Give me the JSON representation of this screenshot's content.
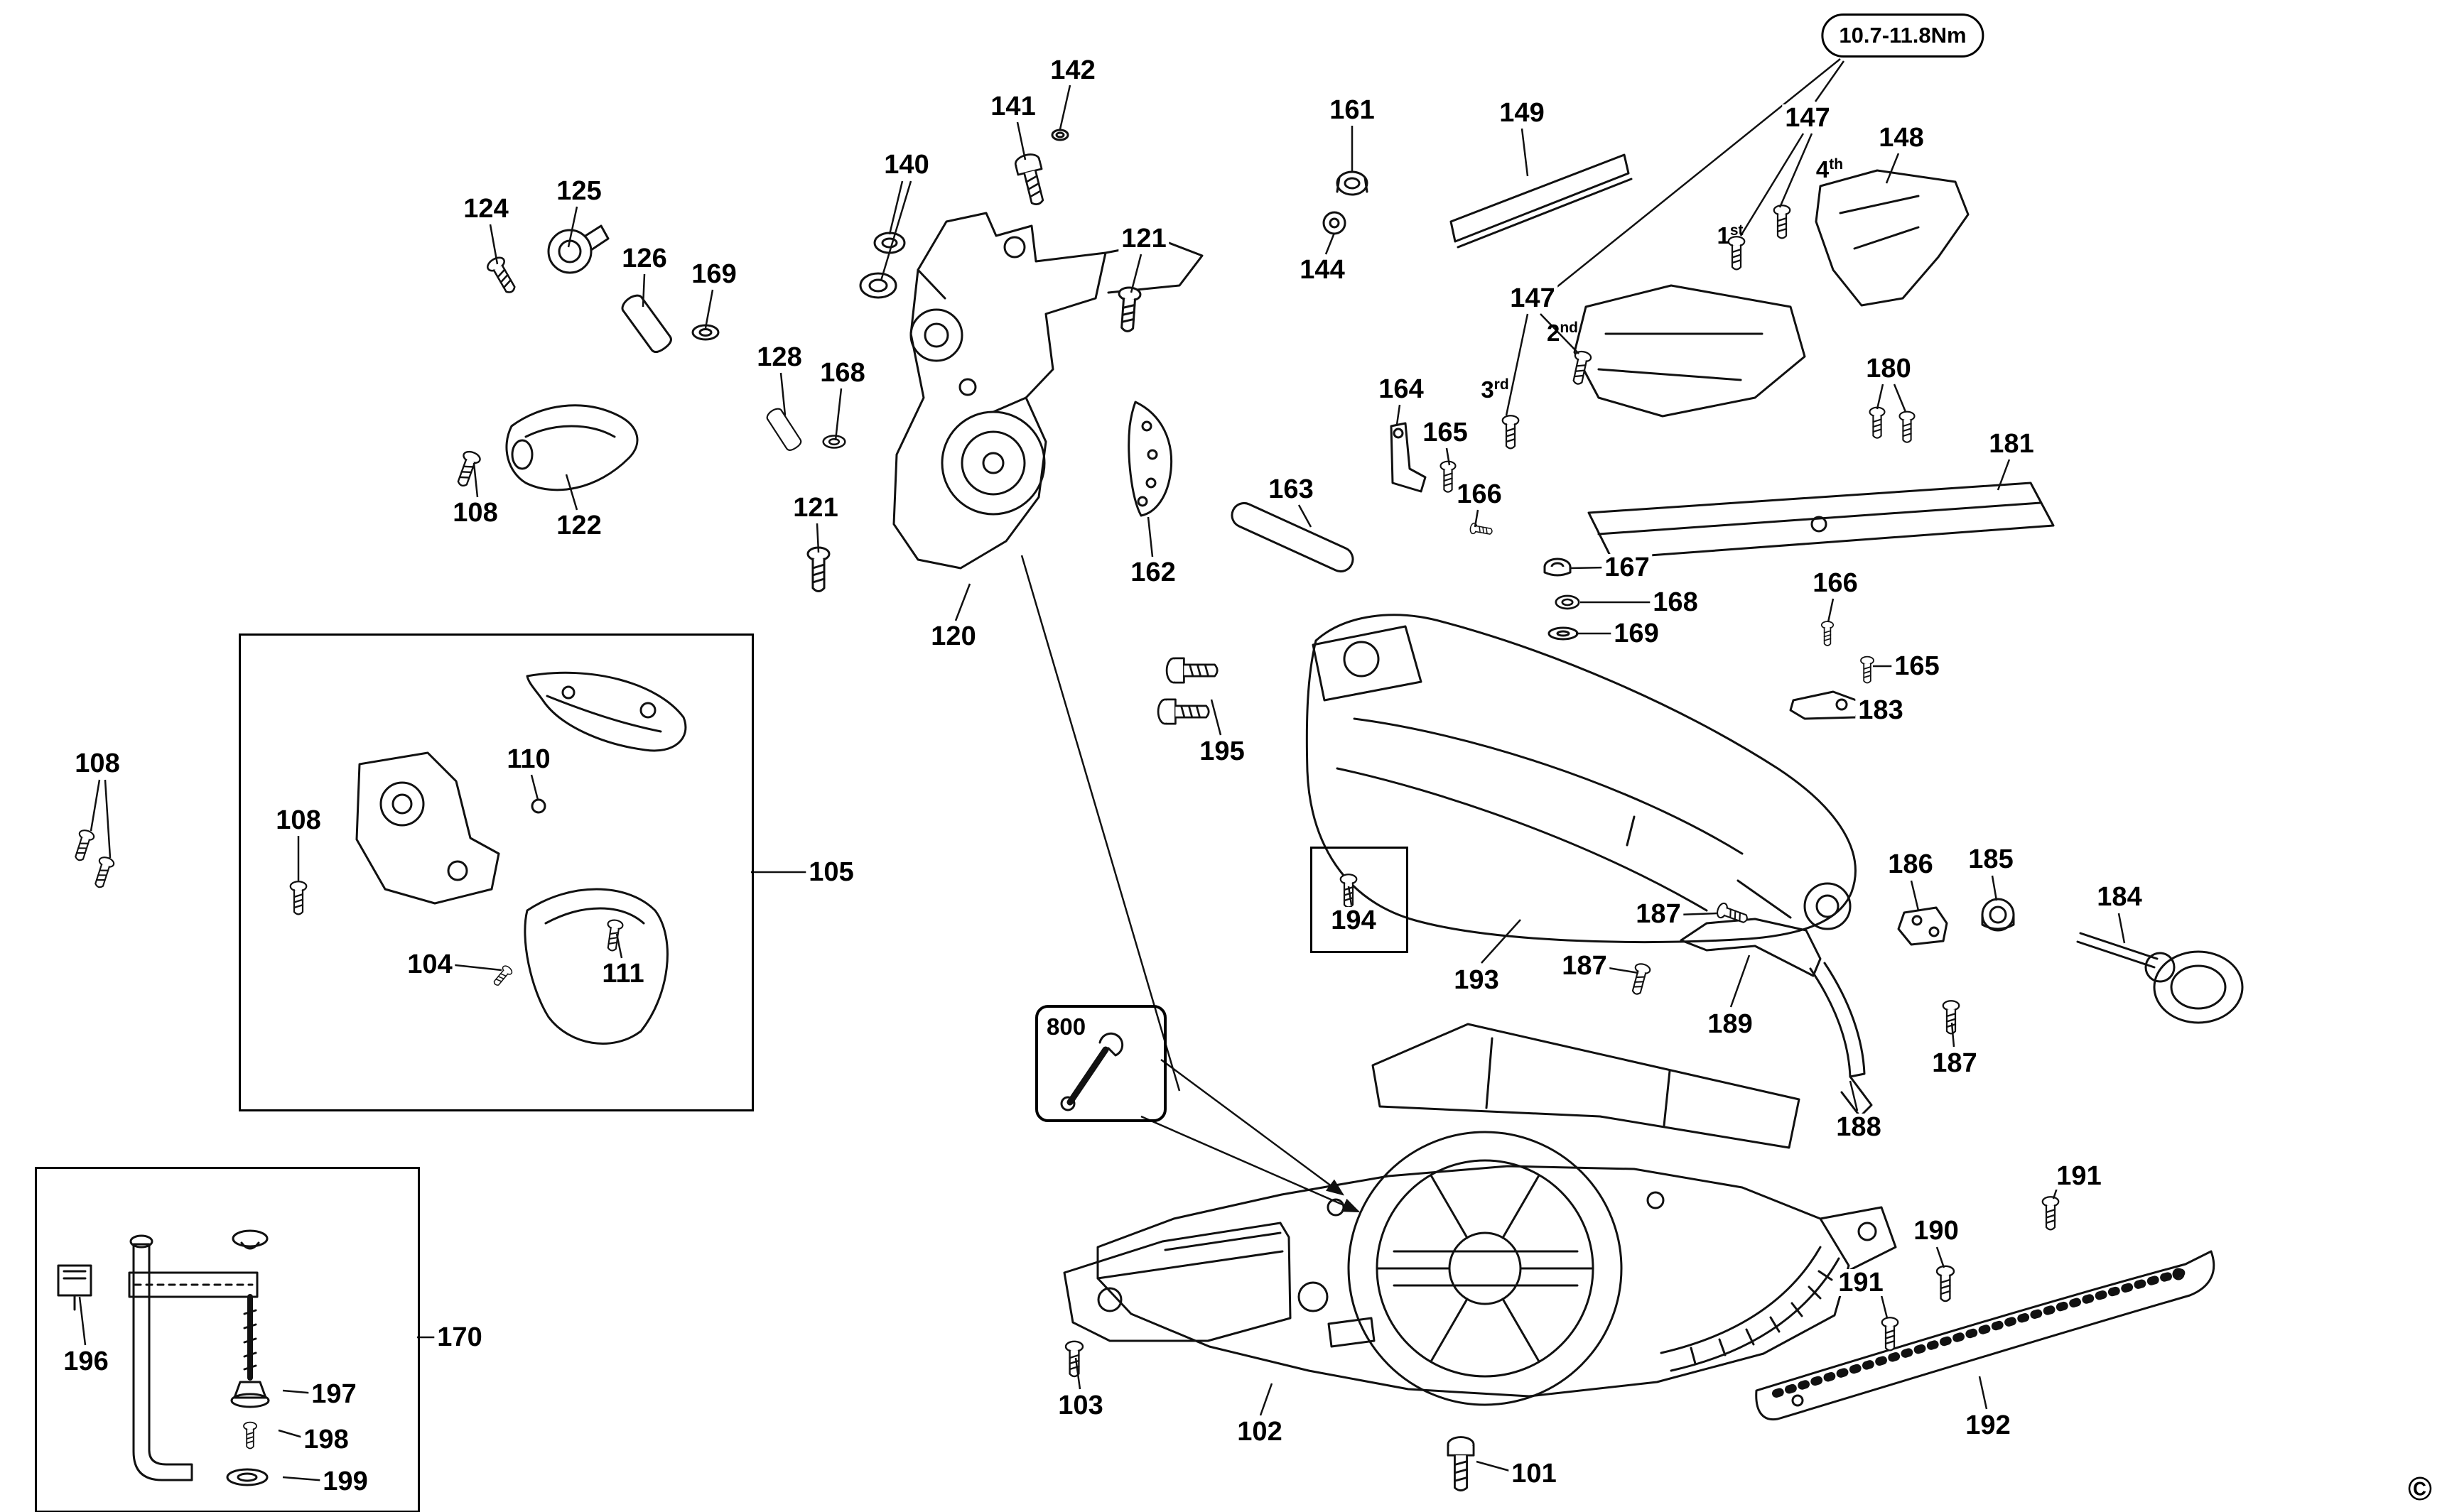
{
  "page": {
    "copyright": "©"
  },
  "callouts": {
    "torque_badge": "10.7-11.8Nm",
    "detail_ref": "800"
  },
  "ordinals": [
    {
      "num": "1",
      "suffix": "st"
    },
    {
      "num": "2",
      "suffix": "nd"
    },
    {
      "num": "3",
      "suffix": "rd"
    },
    {
      "num": "4",
      "suffix": "th"
    }
  ],
  "labels": [
    "141",
    "142",
    "140",
    "124",
    "125",
    "126",
    "169",
    "128",
    "168",
    "121",
    "108",
    "122",
    "121",
    "120",
    "162",
    "161",
    "144",
    "149",
    "147",
    "147",
    "148",
    "164",
    "165",
    "166",
    "163",
    "180",
    "181",
    "167",
    "168",
    "169",
    "166",
    "165",
    "183",
    "195",
    "108",
    "110",
    "108",
    "105",
    "104",
    "111",
    "194",
    "193",
    "187",
    "187",
    "186",
    "185",
    "184",
    "189",
    "187",
    "188",
    "191",
    "190",
    "191",
    "196",
    "170",
    "197",
    "198",
    "199",
    "103",
    "102",
    "101",
    "192"
  ]
}
